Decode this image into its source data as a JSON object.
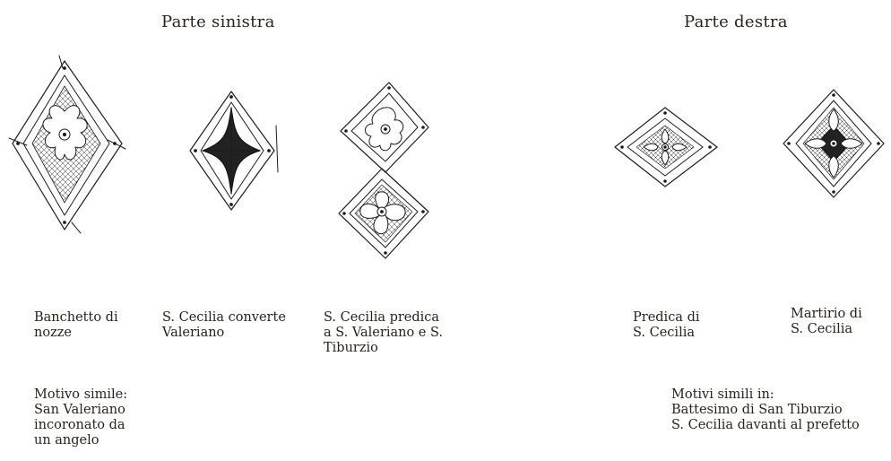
{
  "headings": {
    "left": "Parte sinistra",
    "right": "Parte destra"
  },
  "captions": {
    "banchetto": "Banchetto di\nnozze",
    "converte": "S. Cecilia converte\nValeriano",
    "predica_valeriano": "S. Cecilia predica\na S. Valeriano e S.\nTiburzio",
    "predica": "Predica di\nS. Cecilia",
    "martirio": "Martirio di\nS. Cecilia"
  },
  "notes": {
    "left": "Motivo simile:\nSan Valeriano\nincoronato da\nun angelo",
    "right": "Motivi simili in:\nBattesimo di San Tiburzio\nS. Cecilia davanti al prefetto"
  }
}
